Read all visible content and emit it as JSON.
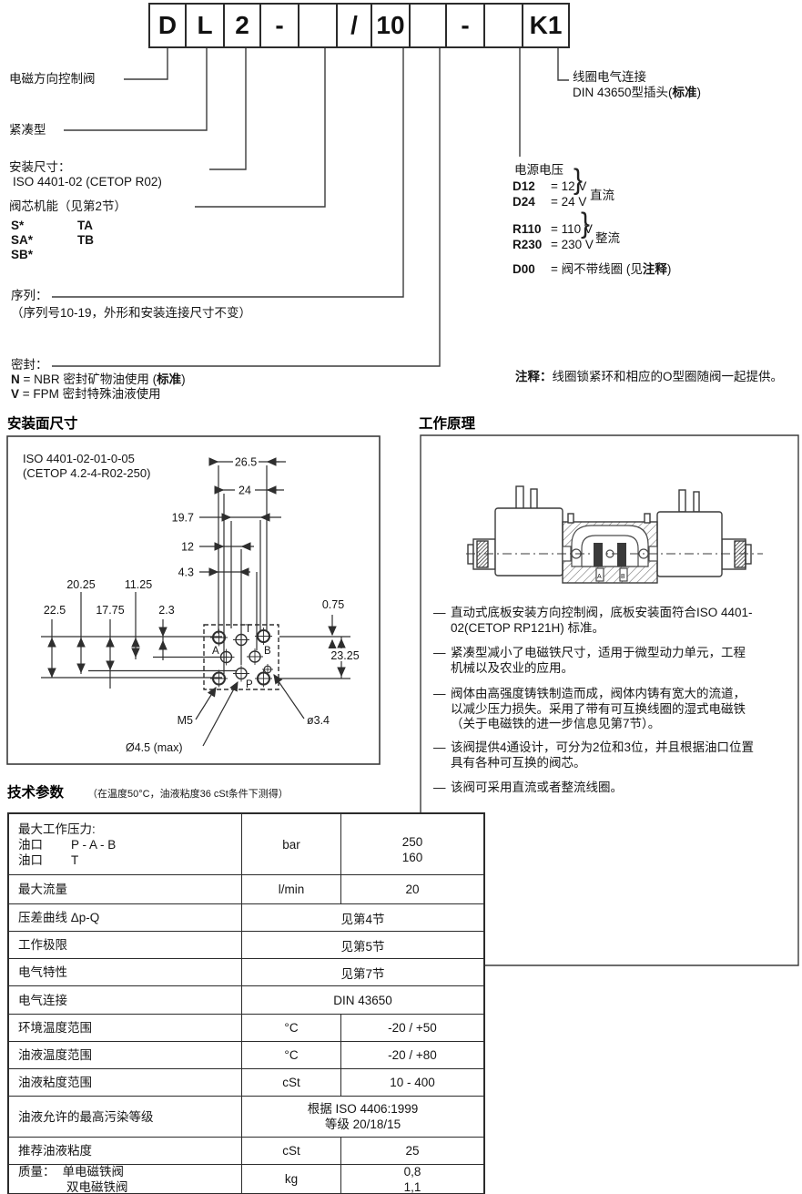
{
  "model_code": {
    "cells": [
      "D",
      "L",
      "2",
      "-",
      "",
      "/",
      "10",
      "",
      "-",
      "",
      "K1"
    ],
    "callouts": {
      "valve_type": "电磁方向控制阀",
      "compact": "紧凑型",
      "mounting_title": "安装尺寸：",
      "mounting_value": "ISO 4401-02 (CETOP R02)",
      "spool_title": "阀芯机能（见第2节）",
      "spool_col1": [
        "S*",
        "SA*",
        "SB*"
      ],
      "spool_col2": [
        "TA",
        "TB"
      ],
      "series_title": "序列：",
      "series_note": "（序列号10-19，外形和安装连接尺寸不变）",
      "seal_title": "密封：",
      "seal_n_code": "N",
      "seal_n_text": "= NBR 密封矿物油使用 (",
      "seal_n_bold": "标准",
      "seal_n_end": ")",
      "seal_v_code": "V",
      "seal_v_text": "= FPM 密封特殊油液使用",
      "coil_line1": "线圈电气连接",
      "coil_line2_pre": "DIN 43650型插头(",
      "coil_line2_bold": "标准",
      "coil_line2_end": ")",
      "supply_title": "电源电压",
      "dc_rows": [
        {
          "code": "D12",
          "val": "= 12 V"
        },
        {
          "code": "D24",
          "val": "= 24 V"
        }
      ],
      "dc_label": "直流",
      "rect_rows": [
        {
          "code": "R110",
          "val": "= 110 V"
        },
        {
          "code": "R230",
          "val": "= 230 V"
        }
      ],
      "rect_label": "整流",
      "d00_code": "D00",
      "d00_pre": "= 阀不带线圈 (见",
      "d00_bold": "注释",
      "d00_end": ")",
      "brace": "}"
    },
    "note": {
      "bold": "注释：",
      "text": "线圈锁紧环和相应的O型圈随阀一起提供。"
    }
  },
  "mounting": {
    "title": "安装面尺寸",
    "iso1": "ISO 4401-02-01-0-05",
    "iso2": "(CETOP 4.2-4-R02-250)",
    "dims": {
      "d265": "26.5",
      "d24": "24",
      "d197": "19.7",
      "d12": "12",
      "d43": "4.3",
      "d2025": "20.25",
      "d1125": "11.25",
      "d225": "22.5",
      "d1775": "17.75",
      "d23": "2.3",
      "d075": "0.75",
      "d2325": "23.25"
    },
    "ports": {
      "t": "T",
      "a": "A",
      "b": "B",
      "p": "P"
    },
    "callout_m5": "M5",
    "callout_d45": "Ø4.5 (max)",
    "callout_d34": "ø3.4"
  },
  "principle": {
    "title": "工作原理",
    "marker": "—",
    "sketch_labels": {
      "a": "A",
      "b": "B"
    },
    "bullets": [
      {
        "lines": [
          "直动式底板安装方向控制阀，底板安装面符合ISO 4401-",
          "02(CETOP RP121H) 标准。"
        ]
      },
      {
        "lines": [
          "紧凑型减小了电磁铁尺寸，适用于微型动力单元，工程",
          "机械以及农业的应用。"
        ]
      },
      {
        "lines": [
          "阀体由高强度铸铁制造而成，阀体内铸有宽大的流道，",
          "以减少压力损失。采用了带有可互换线圈的湿式电磁铁",
          "（关于电磁铁的进一步信息见第7节）。"
        ]
      },
      {
        "lines": [
          "该阀提供4通设计，可分为2位和3位，并且根据油口位置",
          "具有各种可互换的阀芯。"
        ]
      },
      {
        "lines": [
          "该阀可采用直流或者整流线圈。"
        ]
      }
    ]
  },
  "specs": {
    "title": "技术参数",
    "subtitle": "（在温度50°C，油液粘度36 cSt条件下测得）",
    "rows": {
      "pressure": {
        "l1": "最大工作压力:",
        "l2a": "油口",
        "l2b": "P - A - B",
        "l3a": "油口",
        "l3b": "T",
        "unit": "bar",
        "v1": "250",
        "v2": "160"
      },
      "flow": {
        "label": "最大流量",
        "unit": "l/min",
        "value": "20"
      },
      "dpq": {
        "label": "压差曲线 Δp-Q",
        "value": "见第4节"
      },
      "limits": {
        "label": "工作极限",
        "value": "见第5节"
      },
      "electric": {
        "label": "电气特性",
        "value": "见第7节"
      },
      "connection": {
        "label": "电气连接",
        "value": "DIN 43650"
      },
      "ambient": {
        "label": "环境温度范围",
        "unit": "°C",
        "value": "-20 / +50"
      },
      "fluid_temp": {
        "label": "油液温度范围",
        "unit": "°C",
        "value": "-20 / +80"
      },
      "viscosity": {
        "label": "油液粘度范围",
        "unit": "cSt",
        "value": "10 - 400"
      },
      "contamination": {
        "label": "油液允许的最高污染等级",
        "v1": "根据 ISO 4406:1999",
        "v2": "等级 20/18/15"
      },
      "rec_viscosity": {
        "label": "推荐油液粘度",
        "unit": "cSt",
        "value": "25"
      },
      "mass": {
        "label": "质量：",
        "l1": "单电磁铁阀",
        "l2": "双电磁铁阀",
        "unit": "kg",
        "v1": "0,8",
        "v2": "1,1"
      }
    }
  }
}
